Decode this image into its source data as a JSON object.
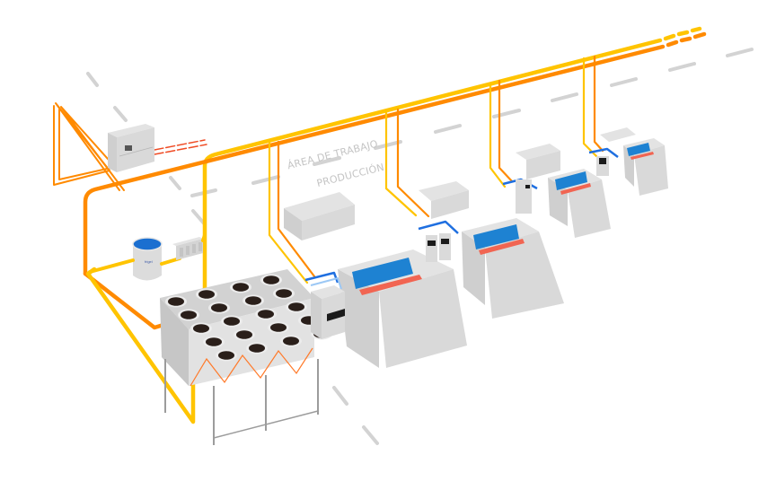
{
  "diagram": {
    "labels": {
      "area": "ÁREA DE TRABAJO",
      "production": "PRODUCCIÓN"
    },
    "brand_mark": "frigel",
    "colors": {
      "hot_line": "#ff8a00",
      "warm_line": "#ffc400",
      "return_line": "#ef4b24",
      "process_cold": "#1f6fe0",
      "process_return": "#9cc8f5",
      "machine_body": "#d9d9d9",
      "mold_blue": "#1e82d2",
      "mold_red": "#f16552",
      "floor_marking": "#d3d3d3"
    },
    "components": [
      {
        "id": "central-chiller",
        "icon": "chiller-cabinet"
      },
      {
        "id": "water-tank",
        "icon": "open-tank"
      },
      {
        "id": "pump-manifold",
        "icon": "pump-group"
      },
      {
        "id": "dry-cooler",
        "icon": "fan-array"
      },
      {
        "id": "injection-machine-1",
        "icon": "injection-molding-machine"
      },
      {
        "id": "injection-machine-2",
        "icon": "injection-molding-machine"
      },
      {
        "id": "injection-machine-3",
        "icon": "injection-molding-machine"
      },
      {
        "id": "injection-machine-4",
        "icon": "injection-molding-machine"
      },
      {
        "id": "thermoregulator-1",
        "icon": "temperature-control-unit"
      },
      {
        "id": "thermoregulator-2",
        "icon": "temperature-control-unit"
      },
      {
        "id": "thermoregulator-3",
        "icon": "temperature-control-unit"
      },
      {
        "id": "thermoregulator-4",
        "icon": "temperature-control-unit"
      }
    ]
  }
}
